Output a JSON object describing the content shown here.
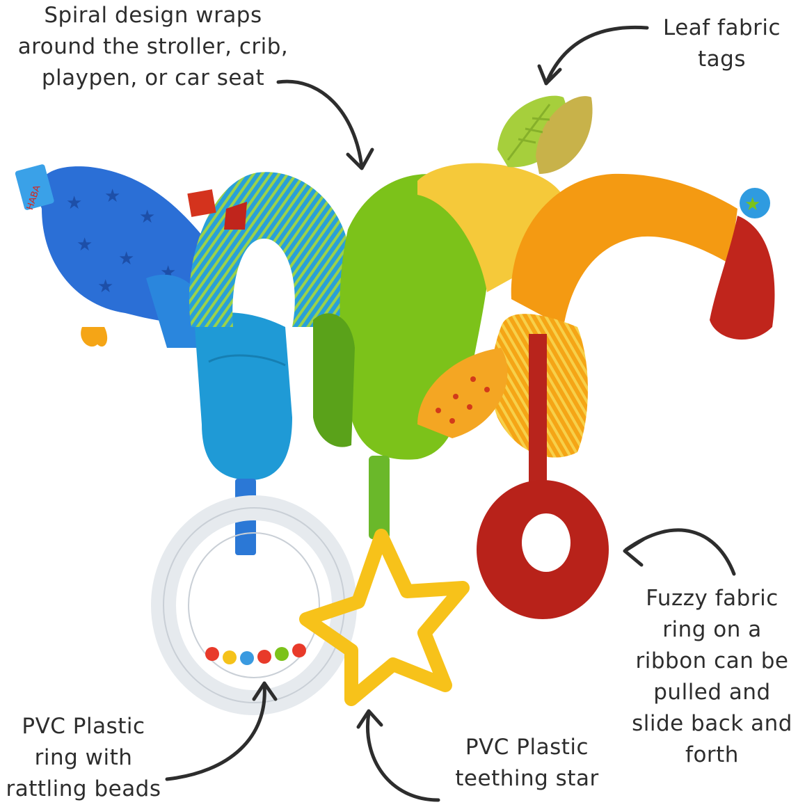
{
  "callouts": {
    "spiral": "Spiral design wraps\naround the stroller, crib,\nplaypen, or car seat",
    "leaf": "Leaf fabric\ntags",
    "fuzzy": "Fuzzy fabric\nring on a\nribbon can be\npulled and\nslide back and\nforth",
    "ring": "PVC Plastic\nring with\nrattling beads",
    "star": "PVC Plastic\nteething star"
  },
  "labels": {
    "brand_tag": "HABA"
  },
  "colors": {
    "blue": "#2b6fd6",
    "light_blue": "#1f9ad6",
    "green": "#7cc21a",
    "yellow": "#f5c93a",
    "orange": "#f49a12",
    "red": "#c0251c",
    "star": "#f7c21a"
  }
}
